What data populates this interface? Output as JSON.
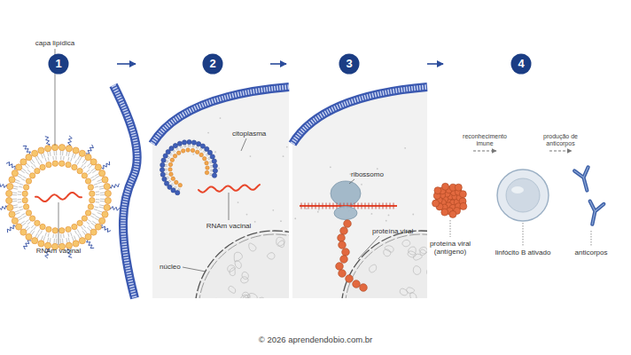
{
  "diagram": {
    "nodes": [
      {
        "text": [
          "1"
        ]
      },
      {
        "text": [
          "2"
        ]
      },
      {
        "text": [
          "3"
        ]
      },
      {
        "text": [
          "4"
        ]
      },
      {
        "text": [
          "proteína viral (antígeno)"
        ]
      },
      {
        "text": [
          "linfócito B ativado"
        ]
      },
      {
        "text": [
          "anticorpos"
        ]
      }
    ],
    "edges": [
      {
        "from": 4,
        "to": 5,
        "arrow": "to",
        "label": "reconhecimento imune"
      },
      {
        "from": 5,
        "to": 6,
        "arrow": "to",
        "label": "produção de anticorpos"
      }
    ],
    "labels": [
      "capa lipídica",
      "RNAm vacinal",
      "citoplasma",
      "RNAm vacinal",
      "núcleo",
      "ribossomo",
      "proteína viral",
      "© 2026 aprendendobio.com.br"
    ]
  }
}
